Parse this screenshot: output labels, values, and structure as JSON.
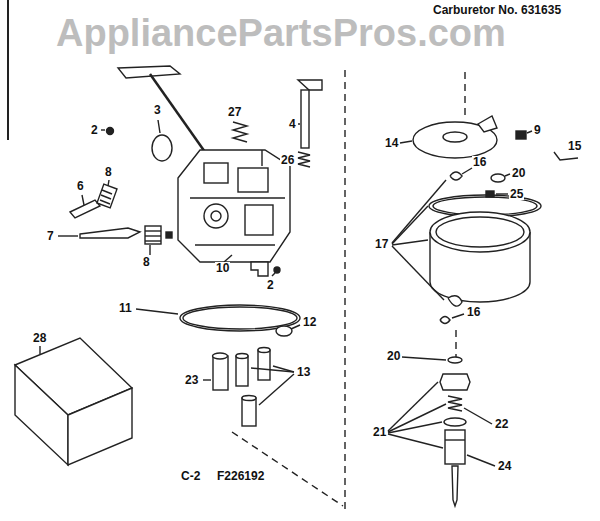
{
  "diagram": {
    "labels": [
      "AppliancePartsPros.com",
      "Carburetor No. 631635",
      "2",
      "3",
      "27",
      "4",
      "26",
      "6",
      "8",
      "7",
      "8",
      "10",
      "2",
      "11",
      "12",
      "23",
      "13",
      "28",
      "C-2",
      "F226192",
      "14",
      "9",
      "15",
      "20",
      "16",
      "25",
      "17",
      "16",
      "20",
      "21",
      "22",
      "24"
    ]
  }
}
